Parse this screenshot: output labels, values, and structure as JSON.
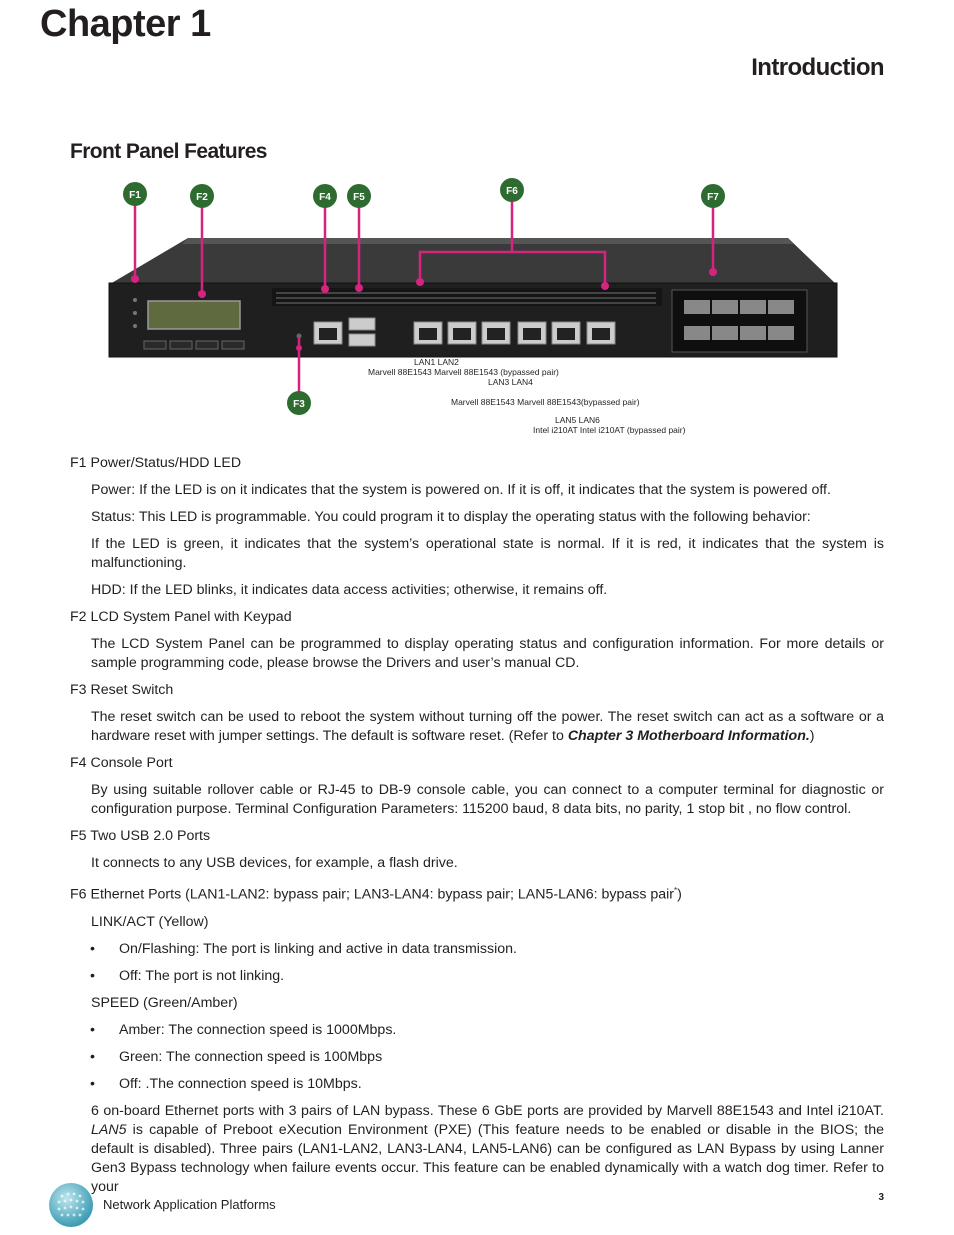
{
  "header": {
    "chapter": "Chapter 1",
    "title": "Introduction"
  },
  "section": {
    "title": "Front Panel Features"
  },
  "figure": {
    "callouts": [
      "F1",
      "F2",
      "F3",
      "F4",
      "F5",
      "F6",
      "F7"
    ],
    "captions": {
      "line1": "LAN1     LAN2",
      "line2": "Marvell 88E1543 Marvell 88E1543 (bypassed pair)",
      "line3": "LAN3      LAN4",
      "line4": "Marvell 88E1543   Marvell 88E1543(bypassed pair)",
      "line5": "LAN5     LAN6",
      "line6": "Intel i210AT    Intel i210AT (bypassed pair)"
    },
    "colors": {
      "callout_fill": "#2e6b30",
      "leader": "#d6237f",
      "chassis": "#2b2b2b"
    }
  },
  "content": {
    "f1": {
      "title": "F1  Power/Status/HDD LED",
      "power": "Power:  If the LED is on it indicates that the system is powered on. If it is off, it indicates that the system is powered off.",
      "status": "Status:  This LED is programmable.  You could program it to display the operating status with the following behavior:",
      "status_detail": "If the LED is green, it indicates that the system’s operational state is normal.  If it is red, it indicates that the system is malfunctioning.",
      "hdd": "HDD: If the LED blinks, it indicates data access activities; otherwise, it remains off."
    },
    "f2": {
      "title": "F2  LCD System Panel with Keypad",
      "body": "The LCD System Panel can be programmed to display operating status and configuration information. For more details or sample programming code, please browse the Drivers and user’s manual CD."
    },
    "f3": {
      "title": "F3  Reset Switch",
      "body": "The reset switch can be used to reboot the system without turning off the power. The reset switch can act as a software or a hardware reset with jumper settings. The default is software reset. (Refer to ",
      "ref": "Chapter 3 Motherboard Information.",
      "tail": ")"
    },
    "f4": {
      "title": "F4  Console Port",
      "body": "By using suitable rollover cable or RJ-45 to DB-9 console cable, you can connect to a computer terminal for diagnostic or configuration purpose. Terminal Configuration Parameters:  115200 baud, 8 data bits, no parity, 1 stop bit , no flow control."
    },
    "f5": {
      "title": "F5 Two USB 2.0 Ports",
      "body": "It connects to any USB devices, for example, a flash drive."
    },
    "f6": {
      "title": "F6 Ethernet Ports (LAN1-LAN2: bypass pair; LAN3-LAN4: bypass pair; LAN5-LAN6: bypass pair",
      "title_mark": "*",
      "title_tail": ")",
      "link_heading": "LINK/ACT (Yellow)",
      "link_bullets": [
        "On/Flashing: The port is linking and active in data transmission.",
        "Off: The port is not linking."
      ],
      "speed_heading": "SPEED (Green/Amber)",
      "speed_bullets": [
        "Amber: The connection speed is 1000Mbps.",
        "Green: The connection speed is 100Mbps",
        "Off: .The connection speed is 10Mbps."
      ],
      "body_a": "6 on-board Ethernet ports with 3 pairs of LAN bypass.  These 6 GbE ports are provided by Marvell 88E1543 and Intel i210AT. ",
      "body_lan5": "LAN5",
      "body_b": " is capable of Preboot eXecution Environment (PXE) (This feature needs to be enabled or disable in the BIOS; the default is disabled). Three pairs (LAN1-LAN2, LAN3-LAN4, LAN5-LAN6) can be configured as LAN Bypass by using Lanner Gen3 Bypass technology when failure events occur. This feature can be enabled dynamically with a watch dog timer. Refer to your"
    },
    "bullet_symbol": "•"
  },
  "footer": {
    "text": "Network Application Platforms",
    "page_number": "3"
  }
}
